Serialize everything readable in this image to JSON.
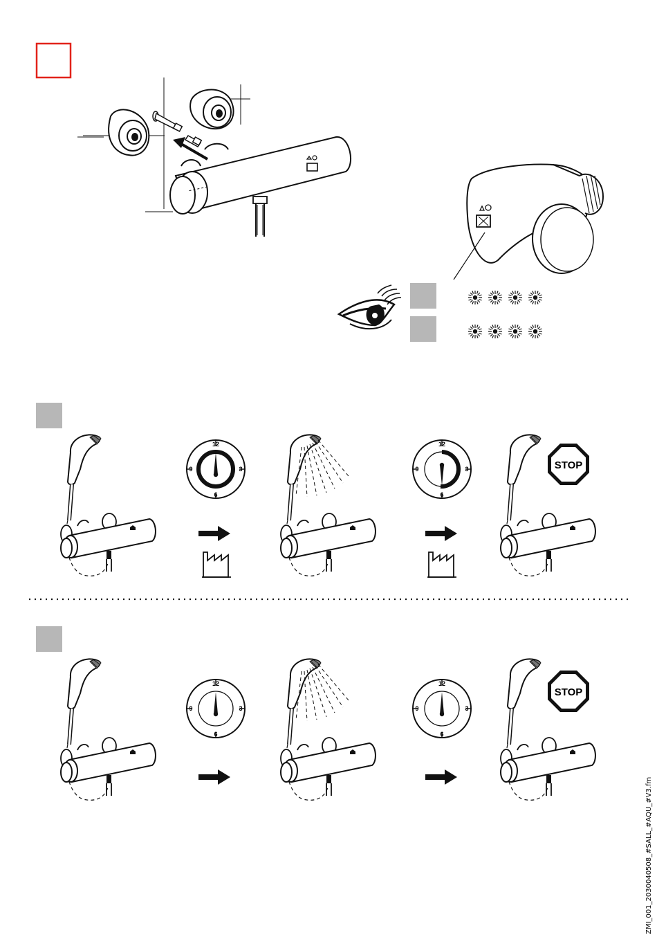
{
  "document_id": "ZMI_001_2030040508_#SALL_#AQU_#V3.fm",
  "colors": {
    "marker_red": "#e2231a",
    "step_gray": "#b7b7b7",
    "ink": "#111111"
  },
  "clock_labels": {
    "n12": "12",
    "n3": "3",
    "n6": "6",
    "n9": "9"
  },
  "stop_label": "STOP",
  "icons": [
    "eye-icon",
    "led-blink-icon",
    "arrow-right-icon",
    "factory-icon",
    "stop-sign-icon",
    "timer-dial-icon"
  ]
}
